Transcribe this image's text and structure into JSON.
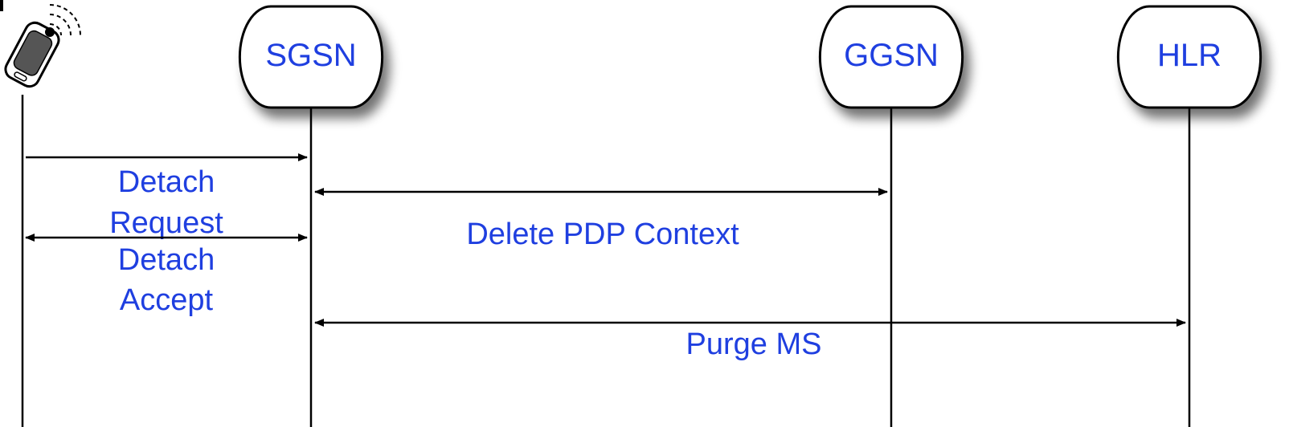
{
  "nodes": {
    "sgsn": "SGSN",
    "ggsn": "GGSN",
    "hlr": "HLR"
  },
  "messages": {
    "detach_request": [
      "Detach",
      "Request"
    ],
    "detach_accept": [
      "Detach",
      "Accept"
    ],
    "delete_pdp_context": "Delete PDP Context",
    "purge_ms": "Purge MS"
  },
  "icons": {
    "mobile_station": "mobile-phone-icon"
  },
  "colors": {
    "label": "#1f3fe0",
    "line": "#000000"
  }
}
